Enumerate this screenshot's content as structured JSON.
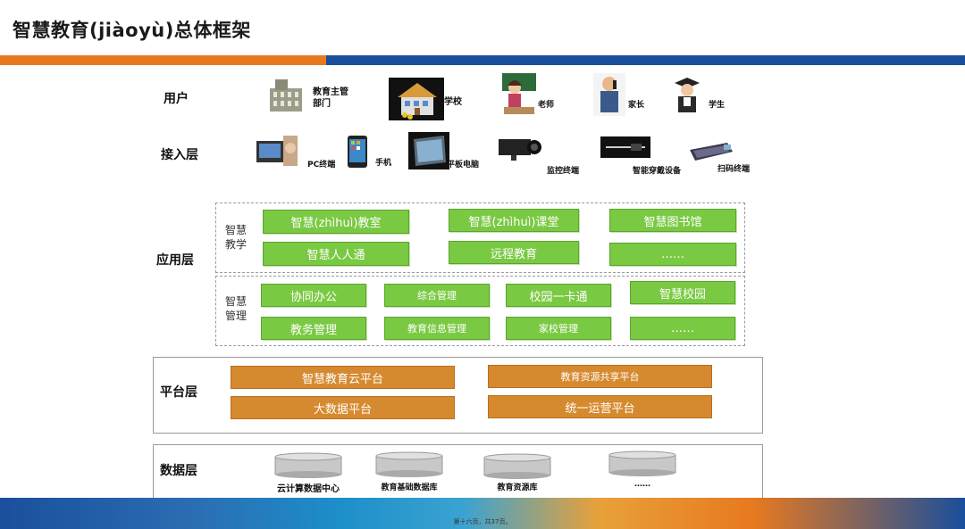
{
  "title": "智慧教育(jiàoyù)总体框架",
  "colors": {
    "accent_orange": "#e8791f",
    "accent_blue": "#1a4f9c",
    "green_box": "#7ac943",
    "orange_box": "#d68a2f"
  },
  "layers": {
    "user": {
      "label": "用户",
      "items": [
        {
          "label": "教育主管部门",
          "icon": "government-building-icon"
        },
        {
          "label": "学校",
          "icon": "school-building-icon"
        },
        {
          "label": "老师",
          "icon": "teacher-icon"
        },
        {
          "label": "家长",
          "icon": "parent-icon"
        },
        {
          "label": "学生",
          "icon": "student-icon"
        }
      ]
    },
    "access": {
      "label": "接入层",
      "items": [
        {
          "label": "PC终端",
          "icon": "pc-terminal-icon"
        },
        {
          "label": "手机",
          "icon": "mobile-phone-icon"
        },
        {
          "label": "平板电脑",
          "icon": "tablet-icon"
        },
        {
          "label": "监控终端",
          "icon": "surveillance-camera-icon"
        },
        {
          "label": "智能穿戴设备",
          "icon": "wearable-glasses-icon"
        },
        {
          "label": "扫码终端",
          "icon": "barcode-scanner-icon"
        }
      ]
    },
    "application": {
      "label": "应用层",
      "teaching": {
        "label": "智慧教学",
        "items": [
          "智慧(zhìhuì)教室",
          "智慧(zhìhuì)课堂",
          "智慧图书馆",
          "智慧人人通",
          "远程教育",
          "……"
        ]
      },
      "management": {
        "label": "智慧管理",
        "items": [
          "协同办公",
          "综合管理",
          "校园一卡通",
          "智慧校园",
          "教务管理",
          "教育信息管理",
          "家校管理",
          "……"
        ]
      }
    },
    "platform": {
      "label": "平台层",
      "items": [
        "智慧教育云平台",
        "教育资源共享平台",
        "大数据平台",
        "统一运营平台"
      ]
    },
    "data": {
      "label": "数据层",
      "items": [
        "云计算数据中心",
        "教育基础数据库",
        "教育资源库",
        "……"
      ]
    }
  },
  "footer": "第十六页，共37页。"
}
